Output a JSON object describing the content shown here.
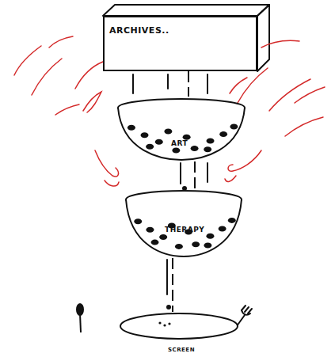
{
  "diagram": {
    "nodes": [
      {
        "text": [
          "ARCHIVES.."
        ]
      },
      {
        "text": [
          "ART"
        ]
      },
      {
        "text": [
          "THERAPY"
        ]
      },
      {
        "text": [
          "SCREEN"
        ]
      }
    ],
    "edges": [
      {
        "from": 0,
        "to": 1,
        "arrow": "none"
      },
      {
        "from": 1,
        "to": 2,
        "arrow": "none"
      },
      {
        "from": 2,
        "to": 3,
        "arrow": "none"
      }
    ]
  }
}
